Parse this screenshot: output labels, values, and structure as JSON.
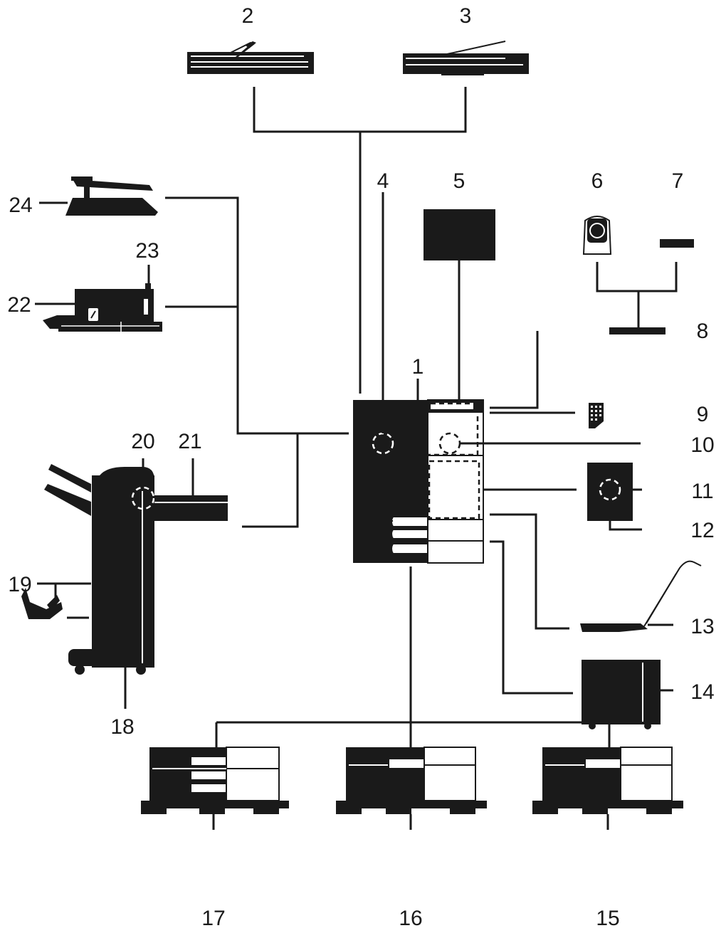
{
  "colors": {
    "ink": "#1a1a1a",
    "background": "#ffffff"
  },
  "callouts": {
    "c1": "1",
    "c2": "2",
    "c3": "3",
    "c4": "4",
    "c5": "5",
    "c6": "6",
    "c7": "7",
    "c8": "8",
    "c9": "9",
    "c10": "10",
    "c11": "11",
    "c12": "12",
    "c13": "13",
    "c14": "14",
    "c15": "15",
    "c16": "16",
    "c17": "17",
    "c18": "18",
    "c19": "19",
    "c20": "20",
    "c21": "21",
    "c22": "22",
    "c23": "23",
    "c24": "24"
  }
}
